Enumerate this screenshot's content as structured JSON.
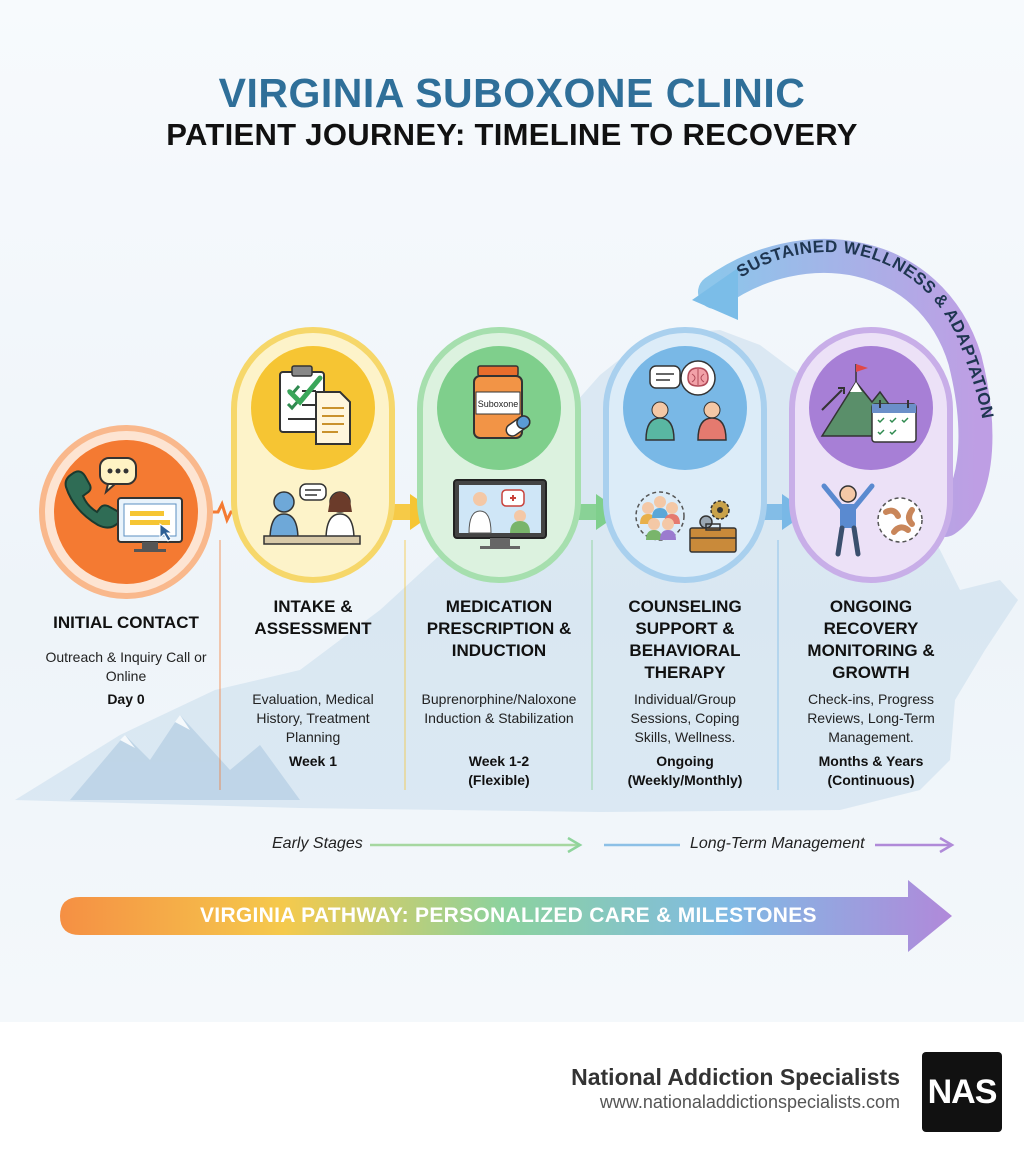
{
  "header": {
    "title": "VIRGINIA SUBOXONE CLINIC",
    "subtitle": "PATIENT JOURNEY: TIMELINE TO RECOVERY"
  },
  "cycle_label": "SUSTAINED WELLNESS & ADAPTATION",
  "stages": [
    {
      "title": "INITIAL CONTACT",
      "description": "Outreach & Inquiry Call or Online",
      "timing": "Day 0",
      "color": "#f47a32",
      "icons": [
        "phone-icon",
        "chat-bubble-icon",
        "computer-form-icon"
      ]
    },
    {
      "title": "INTAKE & ASSESSMENT",
      "description": "Evaluation, Medical History, Treatment Planning",
      "timing": "Week 1",
      "color": "#f6c533",
      "icons": [
        "clipboard-checklist-icon",
        "document-icon",
        "doctor-consultation-icon"
      ]
    },
    {
      "title": "MEDICATION PRESCRIPTION & INDUCTION",
      "description": "Buprenorphine/Naloxone Induction & Stabilization",
      "timing": "Week 1-2 (Flexible)",
      "color": "#7fcf8c",
      "pill_label": "Suboxone",
      "icons": [
        "medicine-bottle-icon",
        "capsule-icon",
        "telehealth-monitor-icon"
      ]
    },
    {
      "title": "COUNSELING SUPPORT & BEHAVIORAL THERAPY",
      "description": "Individual/Group Sessions, Coping Skills, Wellness.",
      "timing": "Ongoing (Weekly/Monthly)",
      "color": "#79b8e6",
      "icons": [
        "counseling-brain-icon",
        "group-therapy-icon",
        "toolbox-gears-icon"
      ]
    },
    {
      "title": "ONGOING RECOVERY MONITORING & GROWTH",
      "description": "Check-ins, Progress Reviews, Long-Term Management.",
      "timing": "Months & Years (Continuous)",
      "color": "#a77fd6",
      "icons": [
        "mountain-summit-icon",
        "calendar-icon",
        "person-celebrating-icon",
        "hands-together-icon"
      ]
    }
  ],
  "phases": {
    "early": "Early Stages",
    "long_term": "Long-Term Management"
  },
  "banner": "VIRGINIA PATHWAY: PERSONALIZED CARE & MILESTONES",
  "footer": {
    "org_name": "National Addiction Specialists",
    "url": "www.nationaladdictionspecialists.com",
    "logo_text": "NAS"
  }
}
